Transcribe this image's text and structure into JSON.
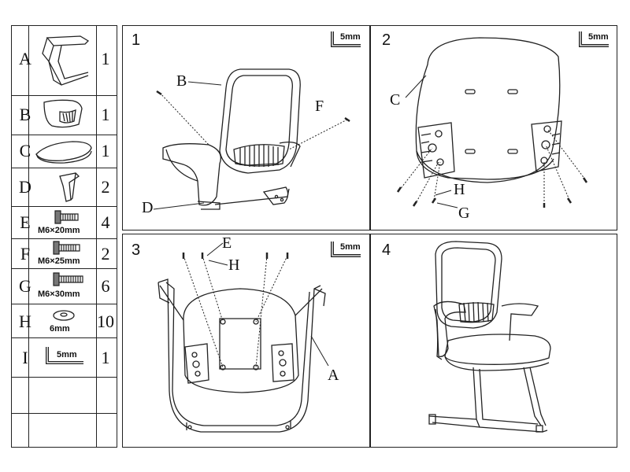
{
  "parts_table": [
    {
      "letter": "A",
      "qty": "1",
      "icon": "base-frame-icon"
    },
    {
      "letter": "B",
      "qty": "1",
      "icon": "backrest-icon"
    },
    {
      "letter": "C",
      "qty": "1",
      "icon": "seat-cushion-icon"
    },
    {
      "letter": "D",
      "qty": "2",
      "icon": "armrest-icon"
    },
    {
      "letter": "E",
      "qty": "4",
      "label": "M6×20mm",
      "icon": "bolt-icon"
    },
    {
      "letter": "F",
      "qty": "2",
      "label": "M6×25mm",
      "icon": "bolt-icon"
    },
    {
      "letter": "G",
      "qty": "6",
      "label": "M6×30mm",
      "icon": "bolt-icon"
    },
    {
      "letter": "H",
      "qty": "10",
      "label": "6mm",
      "icon": "washer-icon"
    },
    {
      "letter": "I",
      "qty": "1",
      "label": "5mm",
      "icon": "allen-wrench-icon"
    }
  ],
  "steps": [
    {
      "number": "1",
      "tool": "5mm",
      "callouts": [
        "B",
        "F",
        "D"
      ]
    },
    {
      "number": "2",
      "tool": "5mm",
      "callouts": [
        "C",
        "H",
        "G"
      ]
    },
    {
      "number": "3",
      "tool": "5mm",
      "callouts": [
        "E",
        "H",
        "A"
      ]
    },
    {
      "number": "4"
    }
  ],
  "colors": {
    "line": "#222222",
    "background": "#ffffff"
  }
}
